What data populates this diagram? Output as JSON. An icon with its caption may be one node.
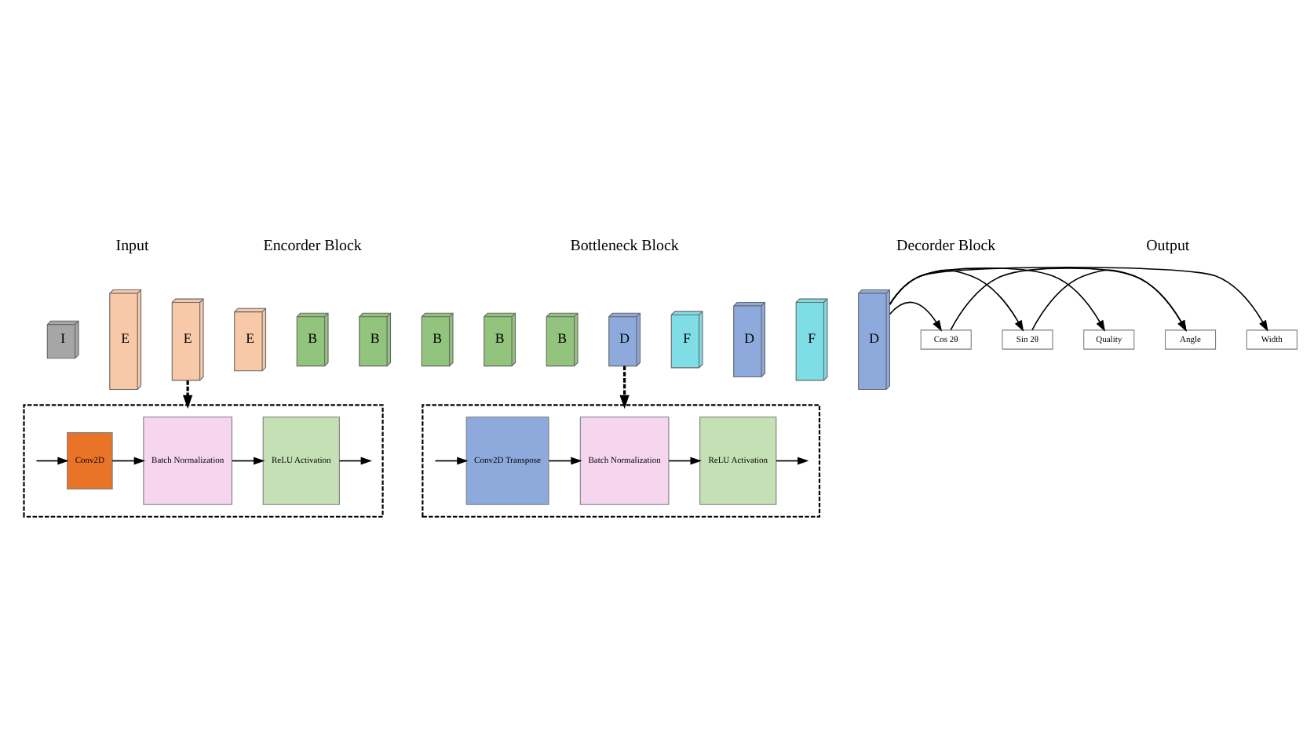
{
  "diagram": {
    "nodes": [
      {
        "text": [
          "I"
        ]
      },
      {
        "text": [
          "E"
        ]
      },
      {
        "text": [
          "E"
        ]
      },
      {
        "text": [
          "E"
        ]
      },
      {
        "text": [
          "B"
        ]
      },
      {
        "text": [
          "B"
        ]
      },
      {
        "text": [
          "B"
        ]
      },
      {
        "text": [
          "B"
        ]
      },
      {
        "text": [
          "B"
        ]
      },
      {
        "text": [
          "D"
        ]
      },
      {
        "text": [
          "F"
        ]
      },
      {
        "text": [
          "D"
        ]
      },
      {
        "text": [
          "F"
        ]
      },
      {
        "text": [
          "D"
        ]
      },
      {
        "text": [
          "Cos 2θ"
        ]
      },
      {
        "text": [
          "Sin 2θ"
        ]
      },
      {
        "text": [
          "Quality"
        ]
      },
      {
        "text": [
          "Angle"
        ]
      },
      {
        "text": [
          "Width"
        ]
      },
      {
        "text": [],
        "shape": "box"
      },
      {
        "text": [
          "Conv2D"
        ],
        "in": 19
      },
      {
        "text": [
          "Batch Normalization"
        ],
        "in": 19
      },
      {
        "text": [
          "ReLU Activation"
        ],
        "in": 19
      },
      {
        "text": [],
        "shape": "box"
      },
      {
        "text": [
          "Conv2D Transpose"
        ],
        "in": 23
      },
      {
        "text": [
          "Batch Normalization"
        ],
        "in": 23
      },
      {
        "text": [
          "ReLU Activation"
        ],
        "in": 23
      }
    ],
    "edges": [
      {
        "from": 13,
        "to": 16,
        "arrow": "to"
      },
      {
        "from": 13,
        "to": 14,
        "arrow": "to"
      },
      {
        "from": 13,
        "to": 15,
        "arrow": "to"
      },
      {
        "from": 13,
        "to": 18,
        "arrow": "to"
      },
      {
        "from": 14,
        "to": 17,
        "arrow": "to"
      },
      {
        "from": 15,
        "to": 17,
        "arrow": "to"
      },
      {
        "from": 2,
        "to": 19,
        "arrow": "to",
        "style": "dashed"
      },
      {
        "from": 9,
        "to": 23,
        "arrow": "to",
        "style": "dashed"
      },
      {
        "from": null,
        "to": 20,
        "arrow": "to"
      },
      {
        "from": 20,
        "to": 21,
        "arrow": "to"
      },
      {
        "from": 21,
        "to": 22,
        "arrow": "to"
      },
      {
        "from": 22,
        "to": null,
        "arrow": "to"
      },
      {
        "from": null,
        "to": 24,
        "arrow": "to"
      },
      {
        "from": 24,
        "to": 25,
        "arrow": "to"
      },
      {
        "from": 25,
        "to": 26,
        "arrow": "to"
      },
      {
        "from": 26,
        "to": null,
        "arrow": "to"
      }
    ],
    "labels": [
      "Input",
      "Encorder Block",
      "Bottleneck Block",
      "Decorder Block",
      "Output"
    ]
  }
}
